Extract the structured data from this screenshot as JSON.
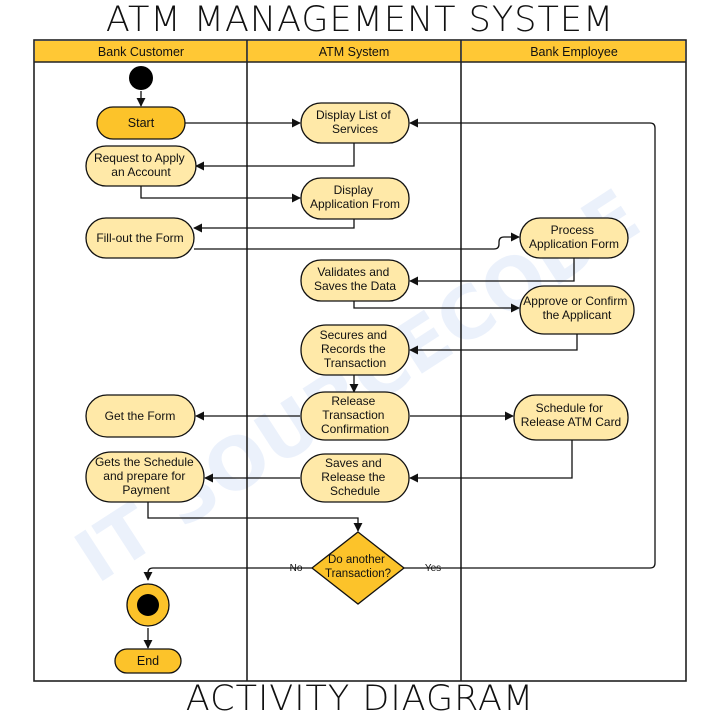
{
  "title": "ATM MANAGEMENT SYSTEM",
  "subtitle": "ACTIVITY DIAGRAM",
  "watermark": "IT SOURCECODE",
  "colors": {
    "lane_header": "#FFC835",
    "activity_fill": "#FFE9A8",
    "start_end_fill": "#FCC32A",
    "decision_fill": "#FCC32A",
    "line": "#111111",
    "watermark": "#2D6BD8"
  },
  "lanes": [
    {
      "id": "customer",
      "label": "Bank Customer"
    },
    {
      "id": "system",
      "label": "ATM System"
    },
    {
      "id": "employee",
      "label": "Bank Employee"
    }
  ],
  "nodes": {
    "start": {
      "label": "Start"
    },
    "display_services": {
      "label": [
        "Display List of",
        "Services"
      ]
    },
    "request_account": {
      "label": [
        "Request to Apply",
        "an Account"
      ]
    },
    "display_form": {
      "label": [
        "Display",
        "Application From"
      ]
    },
    "fill_form": {
      "label": [
        "Fill-out the Form"
      ]
    },
    "process_form": {
      "label": [
        "Process",
        "Application Form"
      ]
    },
    "validate_data": {
      "label": [
        "Validates and",
        "Saves the Data"
      ]
    },
    "approve_applicant": {
      "label": [
        "Approve or Confirm",
        "the Applicant"
      ]
    },
    "secure_transaction": {
      "label": [
        "Secures and",
        "Records the",
        "Transaction"
      ]
    },
    "release_confirmation": {
      "label": [
        "Release",
        "Transaction",
        "Confirmation"
      ]
    },
    "get_form": {
      "label": [
        "Get the Form"
      ]
    },
    "schedule_card": {
      "label": [
        "Schedule for",
        "Release ATM Card"
      ]
    },
    "get_schedule": {
      "label": [
        "Gets the Schedule",
        "and prepare for",
        "Payment"
      ]
    },
    "save_schedule": {
      "label": [
        "Saves and",
        "Release the",
        "Schedule"
      ]
    },
    "decision": {
      "label": [
        "Do another",
        "Transaction?"
      ]
    },
    "end": {
      "label": "End"
    }
  },
  "edge_labels": {
    "no": "No",
    "yes": "Yes"
  }
}
